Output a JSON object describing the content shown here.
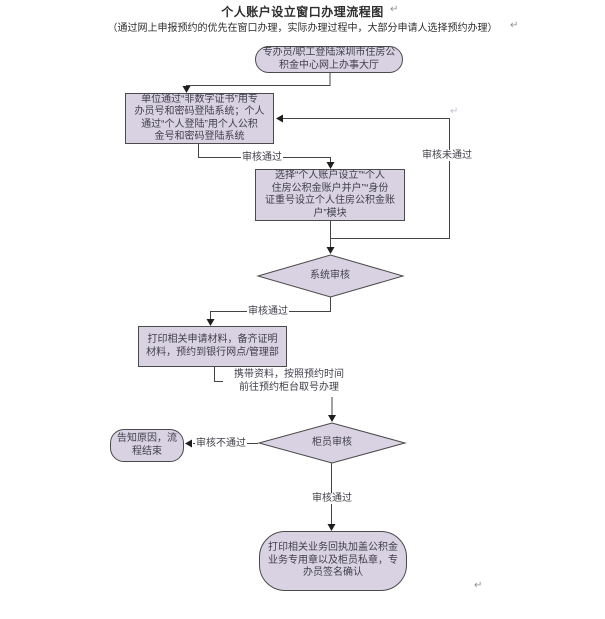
{
  "page": {
    "title": "个人账户设立窗口办理流程图",
    "subtitle": "（通过网上申报预约的优先在窗口办理，实际办理过程中，大部分申请人选择预约办理）",
    "return_mark": "↵"
  },
  "colors": {
    "shape_fill": "#d9d2e3",
    "shape_border": "#4a4a4a",
    "connector": "#444444",
    "node_text": "#40404a",
    "title_text": "#2d2d2d",
    "paragraph_mark": "#8f8f8f"
  },
  "nodes": {
    "start": {
      "type": "terminator",
      "text": "专办员/职工登陆深圳市住房公\n积金中心网上办事大厅"
    },
    "login": {
      "type": "process",
      "text": "单位通过“非数字证书”用专\n办员号和密码登陆系统；个人\n通过“个人登陆”用个人公积\n金号和密码登陆系统"
    },
    "select_module": {
      "type": "process",
      "text": "选择“个人账户设立”“个人\n住房公积金账户并户”“身份\n证重号设立个人住房公积金账\n户”模块"
    },
    "system_review": {
      "type": "decision",
      "text": "系统审核"
    },
    "print_apply": {
      "type": "process",
      "text": "打印相关申请材料，备齐证明\n材料，预约到银行网点/管理部"
    },
    "bring_materials": {
      "type": "annotation",
      "text": "携带资料，按照预约时间\n前往预约柜台取号办理"
    },
    "teller_review": {
      "type": "decision",
      "text": "柜员审核"
    },
    "end_fail": {
      "type": "terminator",
      "text": "告知原因，流\n程结束"
    },
    "end_success": {
      "type": "terminator",
      "text": "打印相关业务回执加盖公积金\n业务专用章以及柜员私章，专\n办员签名确认"
    }
  },
  "edge_labels": {
    "login_pass": "审核通过",
    "login_fail": "审核未通过",
    "system_pass": "审核通过",
    "teller_fail": "审核不通过",
    "teller_pass": "审核通过"
  }
}
